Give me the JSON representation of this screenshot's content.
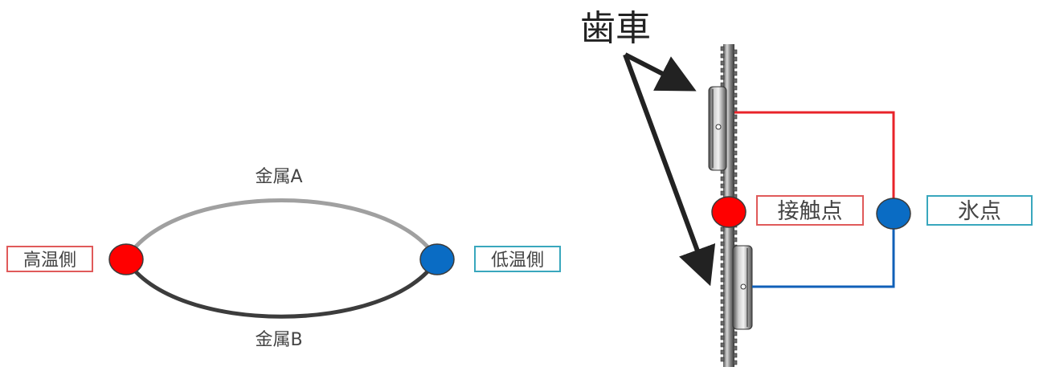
{
  "left_diagram": {
    "metal_a_label": "金属A",
    "metal_b_label": "金属B",
    "hot_side_label": "高温側",
    "cold_side_label": "低温側"
  },
  "right_diagram": {
    "gear_label": "歯車",
    "contact_label": "接触点",
    "ice_point_label": "氷点"
  },
  "colors": {
    "hot": "#ff0000",
    "cold": "#0a6cc4",
    "wire_red": "#e8232a",
    "wire_blue": "#1060b8",
    "hot_box": "#e05a5a",
    "cold_box": "#39a7bd",
    "metal_a": "#a0a0a0",
    "metal_b": "#3c3c3c"
  }
}
